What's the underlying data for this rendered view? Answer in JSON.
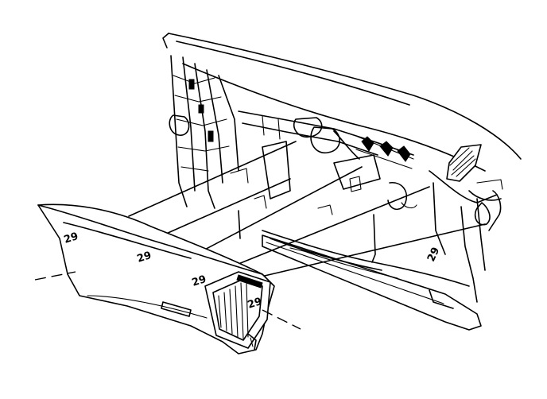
{
  "callouts": {
    "left_upper": "29",
    "left_center": "29",
    "vent_top": "29",
    "vent_side": "29",
    "right_rear": "29"
  }
}
